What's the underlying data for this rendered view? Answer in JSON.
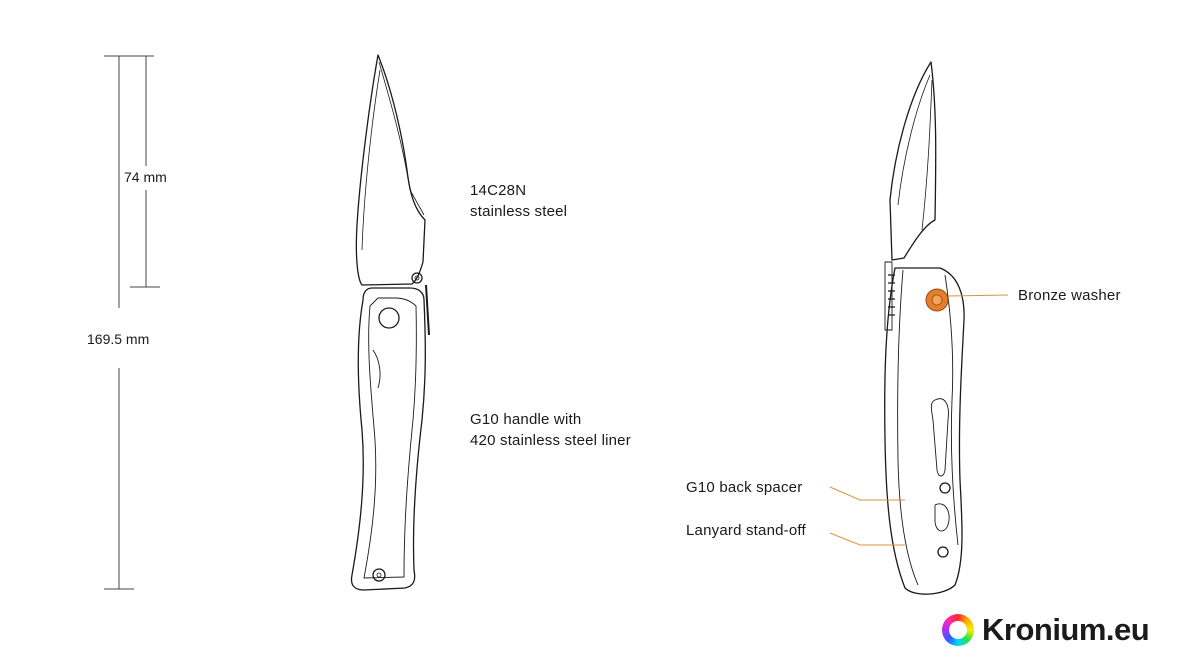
{
  "dimensions": {
    "blade_length": "74 mm",
    "overall_length": "169.5 mm"
  },
  "labels": {
    "blade_material": [
      "14C28N",
      "stainless steel"
    ],
    "handle_material": [
      "G10 handle with",
      "420 stainless steel liner"
    ],
    "washer": "Bronze washer",
    "back_spacer": "G10 back spacer",
    "lanyard": "Lanyard stand-off"
  },
  "brand": {
    "name": "Kronium.eu",
    "icon": "rainbow-ring-icon"
  },
  "colors": {
    "line": "#1a1a1a",
    "leader": "#d9943e",
    "washer": "#e47e2a"
  }
}
